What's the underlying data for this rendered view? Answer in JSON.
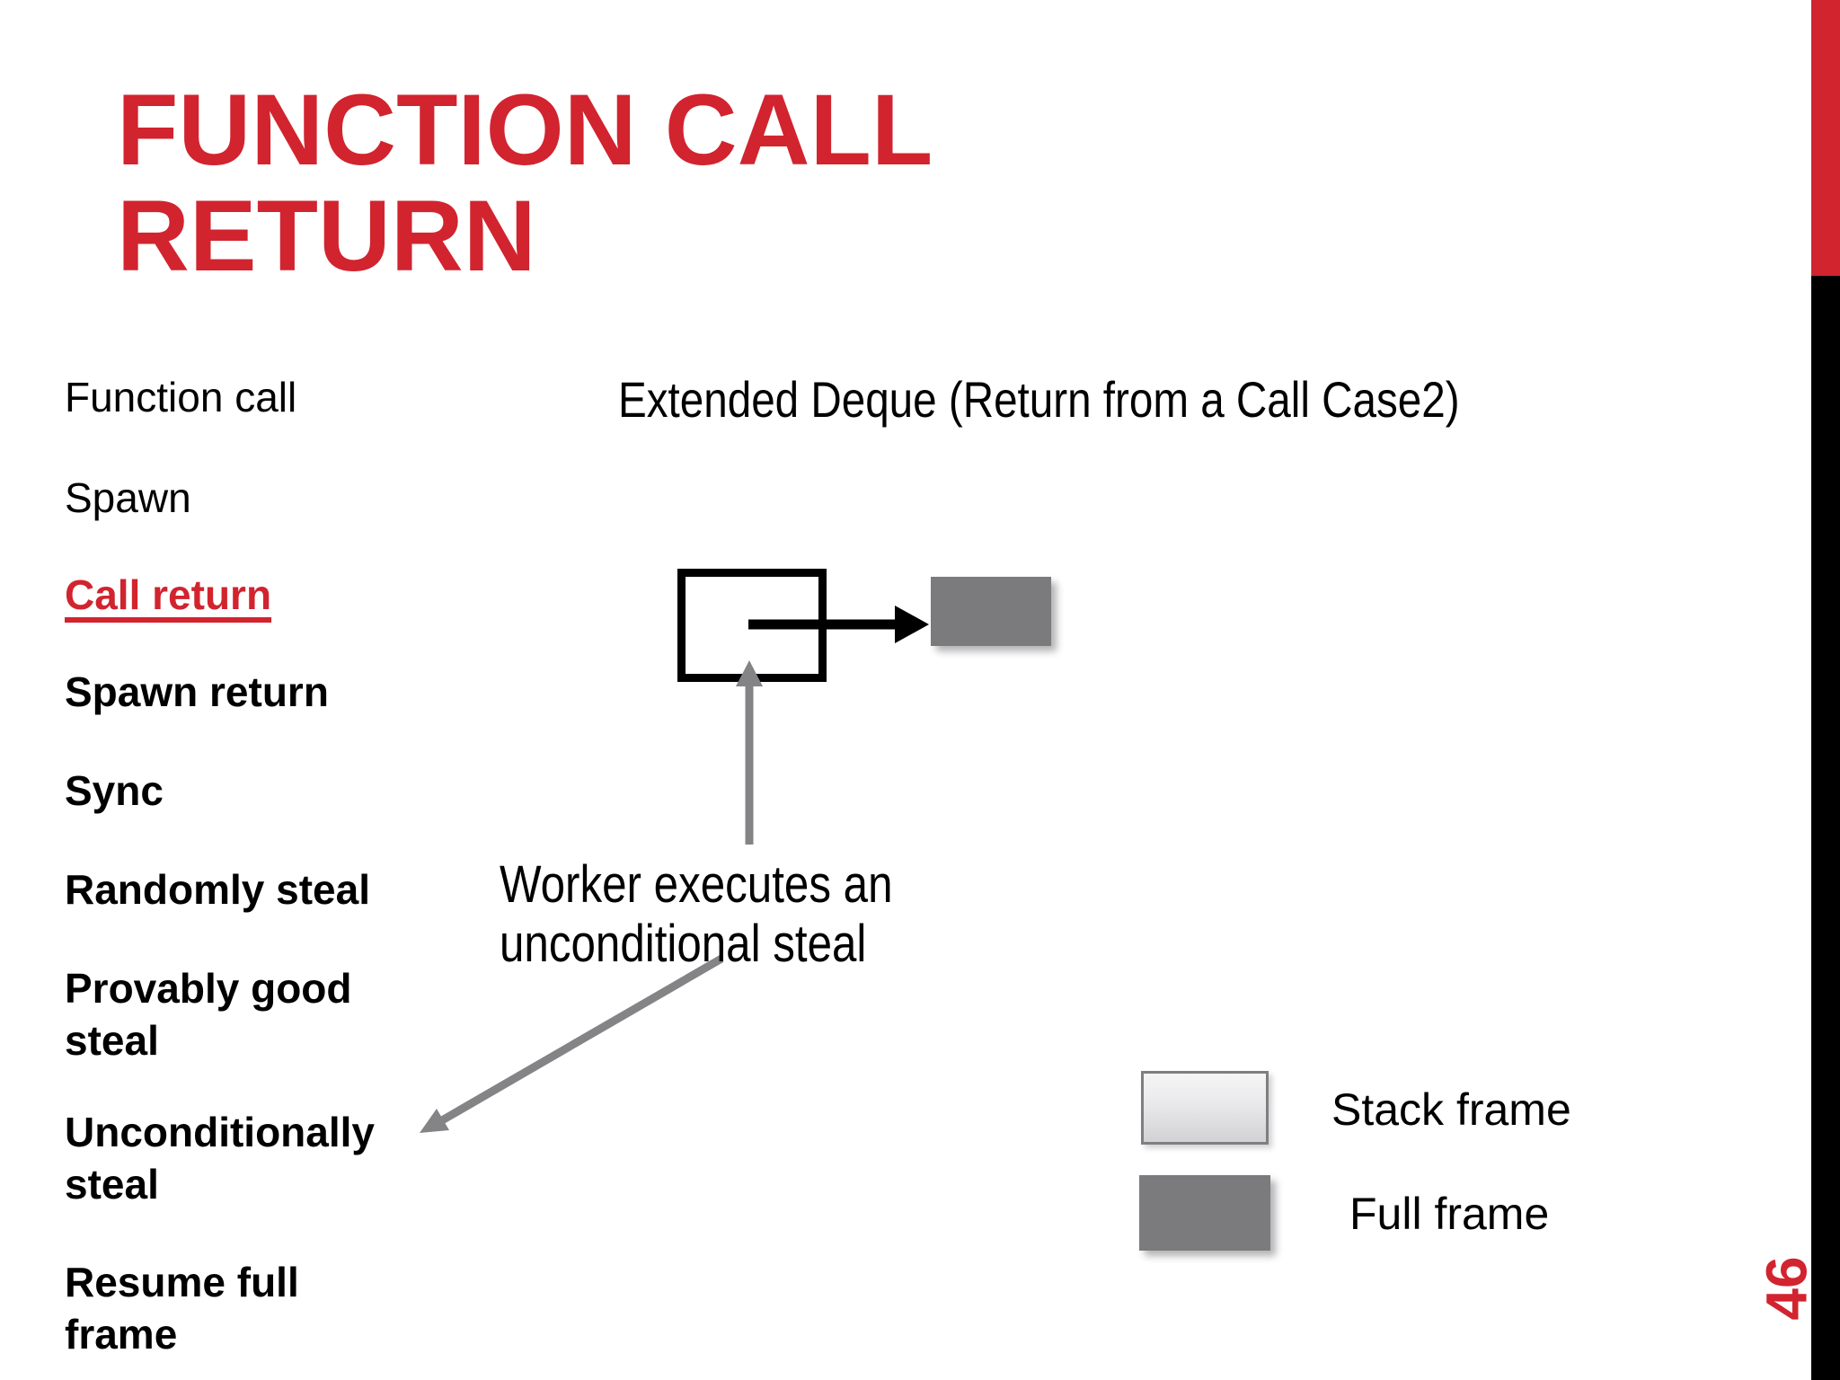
{
  "slide": {
    "title_lines": [
      "FUNCTION CALL",
      "RETURN"
    ],
    "page_number": "46"
  },
  "sidebar": {
    "items": [
      {
        "lines": [
          "Function call"
        ],
        "style": "regular"
      },
      {
        "lines": [
          "Spawn"
        ],
        "style": "regular"
      },
      {
        "lines": [
          "Call return"
        ],
        "style": "active-red-underlined"
      },
      {
        "lines": [
          "Spawn return"
        ],
        "style": "bold"
      },
      {
        "lines": [
          "Sync"
        ],
        "style": "bold"
      },
      {
        "lines": [
          "Randomly steal"
        ],
        "style": "bold"
      },
      {
        "lines": [
          "Provably good",
          "steal"
        ],
        "style": "bold"
      },
      {
        "lines": [
          "Unconditionally",
          "steal"
        ],
        "style": "bold"
      },
      {
        "lines": [
          "Resume full",
          "frame"
        ],
        "style": "bold"
      }
    ]
  },
  "diagram": {
    "heading": "Extended Deque (Return from a Call Case2)",
    "annotation_line1": "Worker executes an",
    "annotation_line2": "unconditional steal"
  },
  "legend": {
    "stack_frame": "Stack frame",
    "full_frame": "Full frame"
  },
  "colors": {
    "accent_red": "#d1242f",
    "bar_black": "#000000",
    "frame_gray": "#7b7b7d",
    "arrow_gray": "#848487"
  }
}
